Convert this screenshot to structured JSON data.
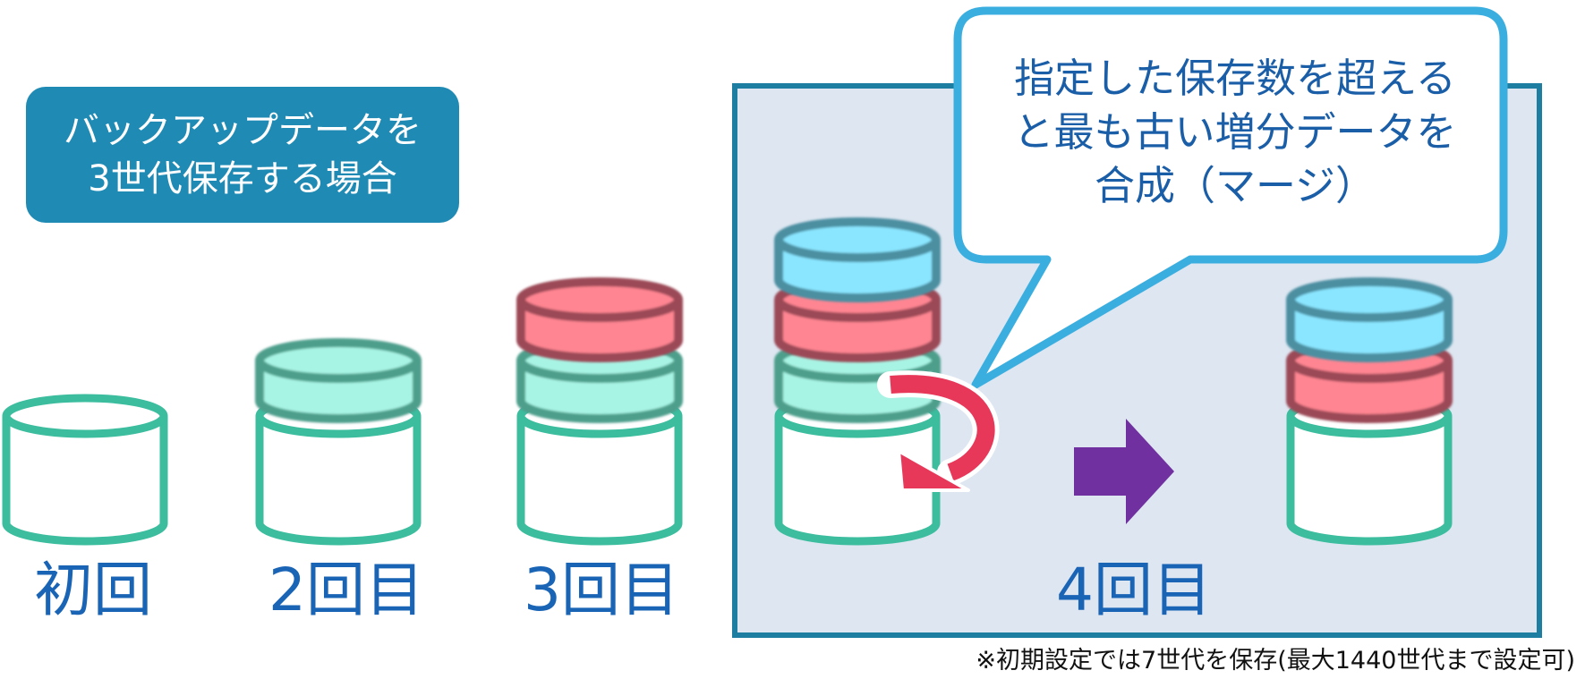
{
  "scenario_label": {
    "line1": "バックアップデータを",
    "line2": "3世代保存する場合"
  },
  "callout": {
    "line1": "指定した保存数を超える",
    "line2": "と最も古い増分データを",
    "line3": "合成（マージ）"
  },
  "generations": [
    {
      "label": "初回"
    },
    {
      "label": "2回目"
    },
    {
      "label": "3回目"
    },
    {
      "label": "4回目"
    }
  ],
  "footnote": "※初期設定では7世代を保存(最大1440世代まで設定可)",
  "colors": {
    "base_stroke": "#3bbd9e",
    "mint_fill": "#a8f4e4",
    "mint_stroke": "#4e9f8c",
    "pink_fill": "#ff8592",
    "pink_stroke": "#9b4a57",
    "cyan_fill": "#8ae6ff",
    "cyan_stroke": "#4c8fa1",
    "merge_arrow": "#e8385a",
    "next_arrow": "#7030a0",
    "panel_bg": "#dde6f1",
    "panel_border": "#1e7ea1",
    "bubble_border": "#3baee0",
    "label_bg": "#1f8ab4",
    "text_blue": "#1a64b6"
  }
}
